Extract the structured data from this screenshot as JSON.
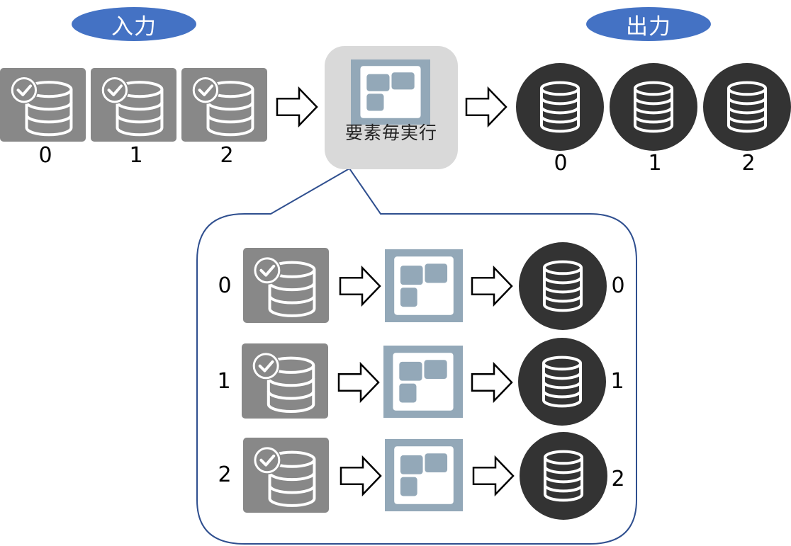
{
  "input_label": "入力",
  "output_label": "出力",
  "process_label": "要素毎実行",
  "input_indices": [
    "0",
    "1",
    "2"
  ],
  "output_indices": [
    "0",
    "1",
    "2"
  ],
  "detail_rows": [
    {
      "in_index": "0",
      "out_index": "0"
    },
    {
      "in_index": "1",
      "out_index": "1"
    },
    {
      "in_index": "2",
      "out_index": "2"
    }
  ],
  "icons": {
    "input": "database-check-icon",
    "output": "database-icon",
    "process": "foreach-activity-icon",
    "arrow": "arrow-right-icon"
  },
  "colors": {
    "pill": "#4472c4",
    "input_tile": "#888888",
    "output_circle": "#333333",
    "activity_tile": "#93a8b8",
    "process_box": "#d9d9d9",
    "callout_border": "#2f4f8f"
  }
}
